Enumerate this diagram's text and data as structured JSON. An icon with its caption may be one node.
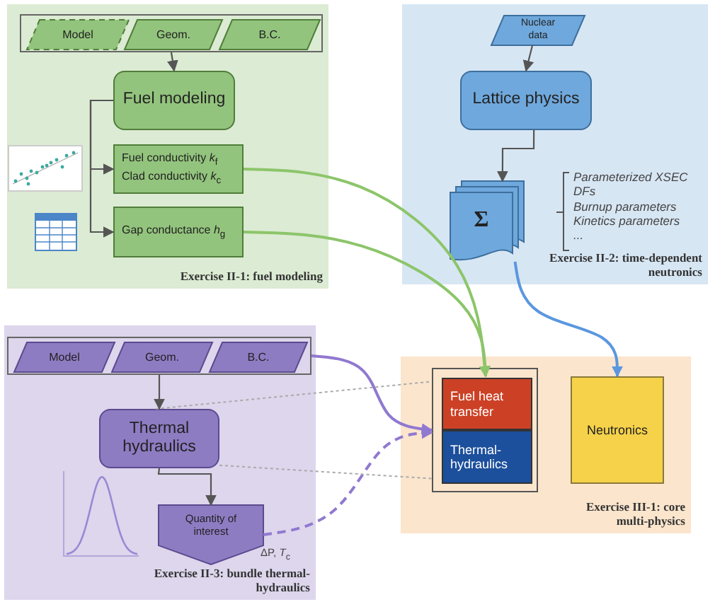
{
  "diagram": {
    "nodes": [
      {
        "text": [
          "Exercise II-1: fuel modeling"
        ]
      },
      {
        "text": [],
        "shape": "box",
        "in": 0
      },
      {
        "text": [
          "Model"
        ],
        "in": 1
      },
      {
        "text": [
          "Geom."
        ],
        "in": 1
      },
      {
        "text": [
          "B.C."
        ],
        "in": 1
      },
      {
        "text": [
          "Fuel modeling"
        ],
        "in": 0
      },
      {
        "text": [
          "Fuel conductivity *k*$_{f}$ Clad conductivity *k*$_{c}$"
        ],
        "in": 0
      },
      {
        "text": [
          "Gap conductance *h*$_{g}$"
        ],
        "in": 0
      },
      {
        "text": [
          "Exercise II-2: time-dependent neutronics"
        ]
      },
      {
        "text": [
          "Nuclear data"
        ],
        "in": 8
      },
      {
        "text": [
          "Lattice physics"
        ],
        "in": 8
      },
      {
        "text": [
          "Σ"
        ],
        "in": 8,
        "beside": [
          "Parameterized XSEC",
          "DFs",
          "Burnup parameters",
          "Kinetics parameters",
          "..."
        ]
      },
      {
        "text": [
          "Exercise II-3: bundle thermal-hydraulics"
        ]
      },
      {
        "text": [],
        "shape": "box",
        "in": 12
      },
      {
        "text": [
          "Model"
        ],
        "in": 13
      },
      {
        "text": [
          "Geom."
        ],
        "in": 13
      },
      {
        "text": [
          "B.C."
        ],
        "in": 13
      },
      {
        "text": [
          "Thermal hydraulics"
        ],
        "in": 12
      },
      {
        "text": [
          "Quantity of interest"
        ],
        "in": 12,
        "beside": [
          "ΔP, *T*$_{c}$"
        ]
      },
      {
        "text": [
          "Exercise III-1: core multi-physics"
        ]
      },
      {
        "text": [],
        "shape": "box",
        "in": 19
      },
      {
        "text": [
          "Fuel heat transfer"
        ],
        "in": 20
      },
      {
        "text": [
          "Thermal-hydraulics"
        ],
        "in": 20
      },
      {
        "text": [
          "Neutronics"
        ],
        "in": 19
      }
    ],
    "edges": [
      {
        "from": 1,
        "to": 5,
        "arrow": "to"
      },
      {
        "from": 5,
        "to": 6,
        "arrow": "to"
      },
      {
        "from": 5,
        "to": 7,
        "arrow": "to"
      },
      {
        "from": 6,
        "to": 21,
        "arrow": "to",
        "color": "#8cc56a"
      },
      {
        "from": 7,
        "to": 21,
        "arrow": "to",
        "color": "#8cc56a"
      },
      {
        "from": 9,
        "to": 10,
        "arrow": "to"
      },
      {
        "from": 10,
        "to": 11,
        "arrow": "to"
      },
      {
        "from": 11,
        "to": 23,
        "arrow": "to",
        "color": "#5b97e0"
      },
      {
        "from": 13,
        "to": 17,
        "arrow": "to"
      },
      {
        "from": 17,
        "to": 18,
        "arrow": "to"
      },
      {
        "from": 13,
        "to": 20,
        "arrow": "to",
        "color": "#9079d0"
      },
      {
        "from": 18,
        "to": 20,
        "arrow": "to",
        "style": "dashed",
        "color": "#9079d0"
      },
      {
        "from": 17,
        "to": 20,
        "arrow": "none",
        "style": "dashed",
        "color": "#aaaaaa"
      },
      {
        "from": 17,
        "to": 20,
        "arrow": "none",
        "style": "dashed",
        "color": "#aaaaaa"
      }
    ]
  }
}
